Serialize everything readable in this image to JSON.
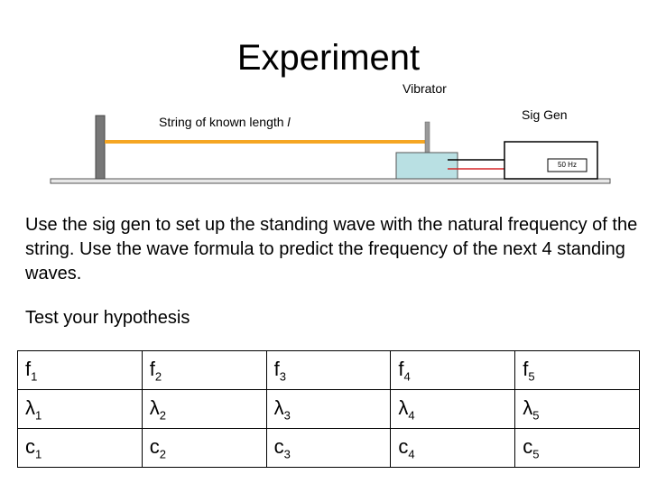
{
  "title": "Experiment",
  "labels": {
    "vibrator": "Vibrator",
    "string_prefix": "String of known length ",
    "string_var": "l",
    "sig_gen": "Sig Gen",
    "frequency": "50 Hz"
  },
  "instructions": "Use the sig gen to set up the standing wave with the natural frequency of the string. Use the wave formula to predict the frequency of the next 4 standing waves.",
  "hypothesis": "Test your hypothesis",
  "colors": {
    "string": "#f5a623",
    "vibrator_box": "#b9e0e3",
    "wire": "#d62728"
  },
  "table": {
    "rows": [
      {
        "symbol": "f",
        "cells": [
          {
            "sym": "f",
            "sub": "1"
          },
          {
            "sym": "f",
            "sub": "2"
          },
          {
            "sym": "f",
            "sub": "3"
          },
          {
            "sym": "f",
            "sub": "4"
          },
          {
            "sym": "f",
            "sub": "5"
          }
        ]
      },
      {
        "symbol": "λ",
        "cells": [
          {
            "sym": "λ",
            "sub": "1"
          },
          {
            "sym": "λ",
            "sub": "2"
          },
          {
            "sym": "λ",
            "sub": "3"
          },
          {
            "sym": "λ",
            "sub": "4"
          },
          {
            "sym": "λ",
            "sub": "5"
          }
        ]
      },
      {
        "symbol": "c",
        "cells": [
          {
            "sym": "c",
            "sub": "1"
          },
          {
            "sym": "c",
            "sub": "2"
          },
          {
            "sym": "c",
            "sub": "3"
          },
          {
            "sym": "c",
            "sub": "4"
          },
          {
            "sym": "c",
            "sub": "5"
          }
        ]
      }
    ]
  }
}
